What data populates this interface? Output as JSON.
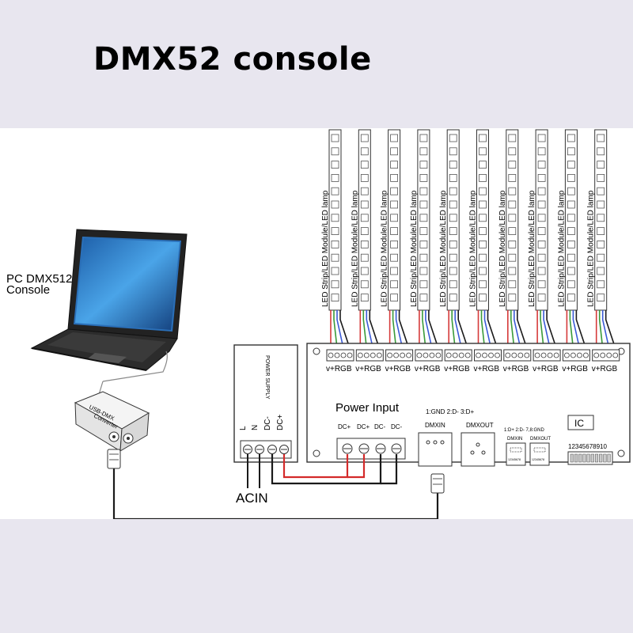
{
  "title": "DMX52 console",
  "pc": {
    "label_line1": "PC  DMX512",
    "label_line2": "Console"
  },
  "converter": {
    "label_line1": "USB-DMX",
    "label_line2": "Converter"
  },
  "power_supply": {
    "label": "POWER SUPPLY",
    "terminals": [
      "L",
      "N",
      "DC-",
      "DC+"
    ],
    "ac_label": "ACIN"
  },
  "decoder": {
    "power_input_label": "Power Input",
    "power_terminals": [
      "DC+",
      "DC+",
      "DC-",
      "DC-"
    ],
    "pin_legend": "1:GND 2:D- 3:D+",
    "dmx_in_label": "DMXIN",
    "dmx_out_label": "DMXOUT",
    "rj45_legend": "1:D+ 2:D- 7,8:GND",
    "rj45_in_label": "DMXIN",
    "rj45_out_label": "DMXOUT",
    "rj45_pins": "12345678",
    "ic_label": "IC",
    "dip_label": "12345678910",
    "output_label": "v+RGB",
    "output_count": 10
  },
  "strip_label": "LED Strip/LED Module/LED lamp",
  "colors": {
    "wire_black": "#1a1a1a",
    "wire_red": "#d42a2a",
    "rgb_red": "#d63a3a",
    "rgb_green": "#3a9a3a",
    "rgb_blue": "#3a5ad6",
    "background_band": "#e8e6ef"
  }
}
